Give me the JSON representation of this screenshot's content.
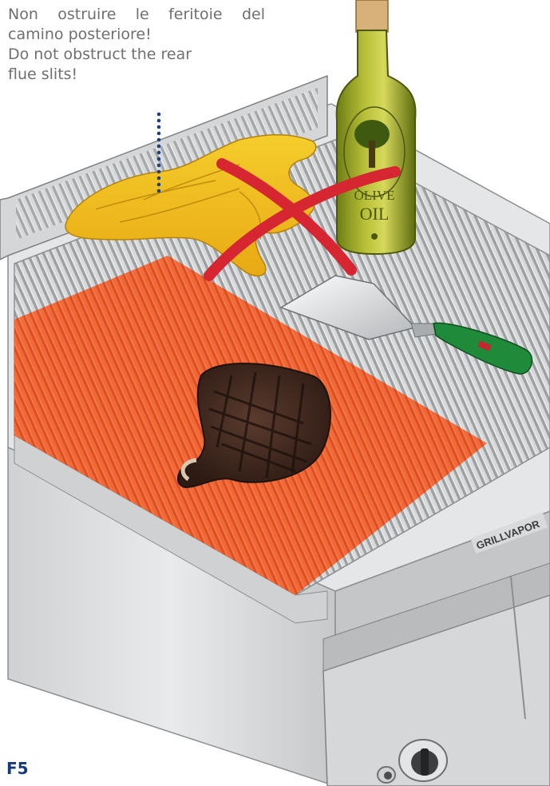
{
  "warning": {
    "italian": "Non ostruire le feritoie del camino posteriore!",
    "english": "Do not obstruct the rear flue slits!"
  },
  "bottle": {
    "line1": "OLIVE",
    "line2": "OIL"
  },
  "brand": "GRILLVAPOR",
  "figure_label": "F5",
  "colors": {
    "hot_zone": "#ef5a2a",
    "cloth": "#f2c21b",
    "cross": "#d62631",
    "steel": "#d9dadb",
    "label": "#173b7a"
  }
}
